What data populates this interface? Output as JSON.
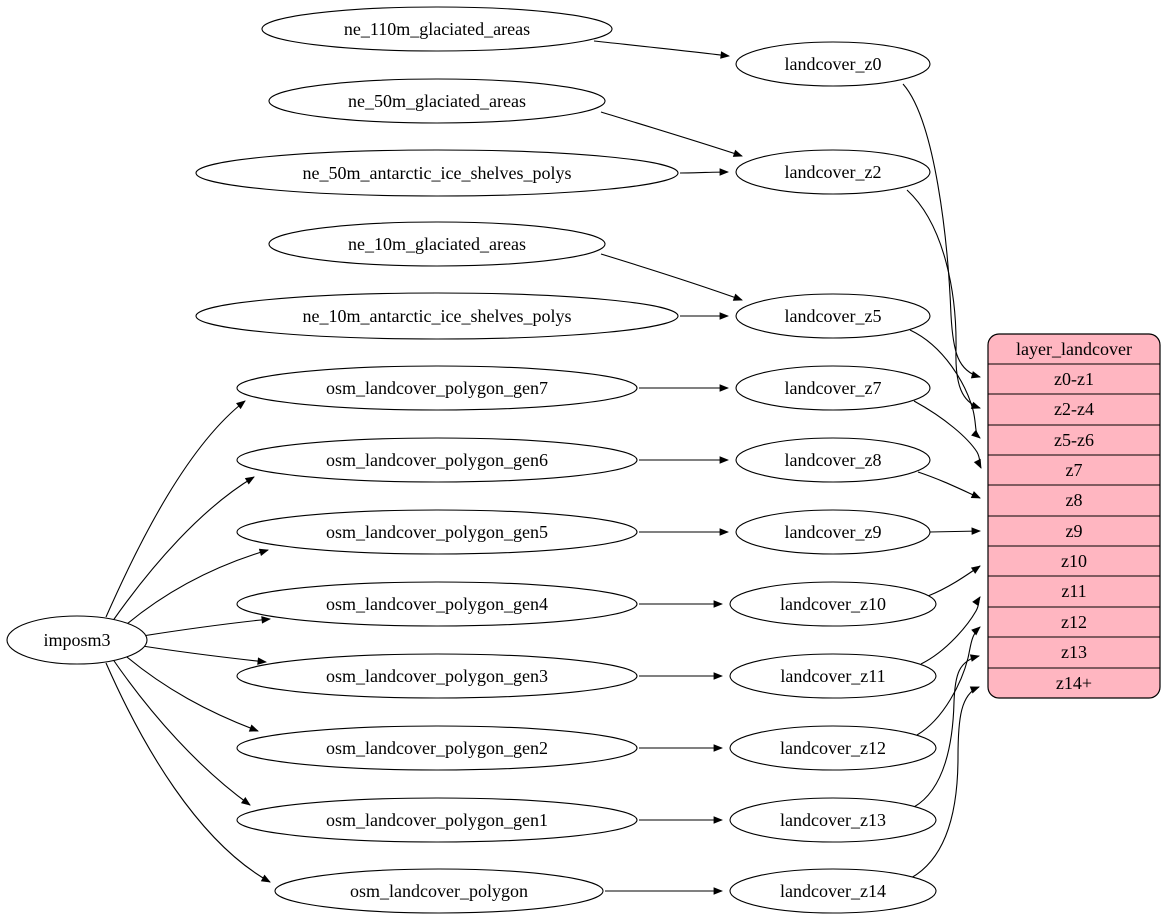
{
  "colors": {
    "background": "#ffffff",
    "node_fill": "#ffffff",
    "node_stroke": "#000000",
    "edge": "#000000",
    "table_fill": "#ffb6c1",
    "text": "#000000"
  },
  "graph": {
    "root": "imposm3",
    "sources": [
      "ne_110m_glaciated_areas",
      "ne_50m_glaciated_areas",
      "ne_50m_antarctic_ice_shelves_polys",
      "ne_10m_glaciated_areas",
      "ne_10m_antarctic_ice_shelves_polys",
      "osm_landcover_polygon_gen7",
      "osm_landcover_polygon_gen6",
      "osm_landcover_polygon_gen5",
      "osm_landcover_polygon_gen4",
      "osm_landcover_polygon_gen3",
      "osm_landcover_polygon_gen2",
      "osm_landcover_polygon_gen1",
      "osm_landcover_polygon"
    ],
    "stages": [
      "landcover_z0",
      "landcover_z2",
      "landcover_z5",
      "landcover_z7",
      "landcover_z8",
      "landcover_z9",
      "landcover_z10",
      "landcover_z11",
      "landcover_z12",
      "landcover_z13",
      "landcover_z14"
    ],
    "table": {
      "title": "layer_landcover",
      "rows": [
        "z0-z1",
        "z2-z4",
        "z5-z6",
        "z7",
        "z8",
        "z9",
        "z10",
        "z11",
        "z12",
        "z13",
        "z14+"
      ]
    },
    "edges": [
      {
        "from": "imposm3",
        "to": "osm_landcover_polygon_gen7"
      },
      {
        "from": "imposm3",
        "to": "osm_landcover_polygon_gen6"
      },
      {
        "from": "imposm3",
        "to": "osm_landcover_polygon_gen5"
      },
      {
        "from": "imposm3",
        "to": "osm_landcover_polygon_gen4"
      },
      {
        "from": "imposm3",
        "to": "osm_landcover_polygon_gen3"
      },
      {
        "from": "imposm3",
        "to": "osm_landcover_polygon_gen2"
      },
      {
        "from": "imposm3",
        "to": "osm_landcover_polygon_gen1"
      },
      {
        "from": "imposm3",
        "to": "osm_landcover_polygon"
      },
      {
        "from": "ne_110m_glaciated_areas",
        "to": "landcover_z0"
      },
      {
        "from": "ne_50m_glaciated_areas",
        "to": "landcover_z2"
      },
      {
        "from": "ne_50m_antarctic_ice_shelves_polys",
        "to": "landcover_z2"
      },
      {
        "from": "ne_10m_glaciated_areas",
        "to": "landcover_z5"
      },
      {
        "from": "ne_10m_antarctic_ice_shelves_polys",
        "to": "landcover_z5"
      },
      {
        "from": "osm_landcover_polygon_gen7",
        "to": "landcover_z7"
      },
      {
        "from": "osm_landcover_polygon_gen6",
        "to": "landcover_z8"
      },
      {
        "from": "osm_landcover_polygon_gen5",
        "to": "landcover_z9"
      },
      {
        "from": "osm_landcover_polygon_gen4",
        "to": "landcover_z10"
      },
      {
        "from": "osm_landcover_polygon_gen3",
        "to": "landcover_z11"
      },
      {
        "from": "osm_landcover_polygon_gen2",
        "to": "landcover_z12"
      },
      {
        "from": "osm_landcover_polygon_gen1",
        "to": "landcover_z13"
      },
      {
        "from": "osm_landcover_polygon",
        "to": "landcover_z14"
      },
      {
        "from": "landcover_z0",
        "to": "layer_landcover:z0-z1"
      },
      {
        "from": "landcover_z2",
        "to": "layer_landcover:z2-z4"
      },
      {
        "from": "landcover_z5",
        "to": "layer_landcover:z5-z6"
      },
      {
        "from": "landcover_z7",
        "to": "layer_landcover:z7"
      },
      {
        "from": "landcover_z8",
        "to": "layer_landcover:z8"
      },
      {
        "from": "landcover_z9",
        "to": "layer_landcover:z9"
      },
      {
        "from": "landcover_z10",
        "to": "layer_landcover:z10"
      },
      {
        "from": "landcover_z11",
        "to": "layer_landcover:z11"
      },
      {
        "from": "landcover_z12",
        "to": "layer_landcover:z12"
      },
      {
        "from": "landcover_z13",
        "to": "layer_landcover:z13"
      },
      {
        "from": "landcover_z14",
        "to": "layer_landcover:z14+"
      }
    ]
  }
}
